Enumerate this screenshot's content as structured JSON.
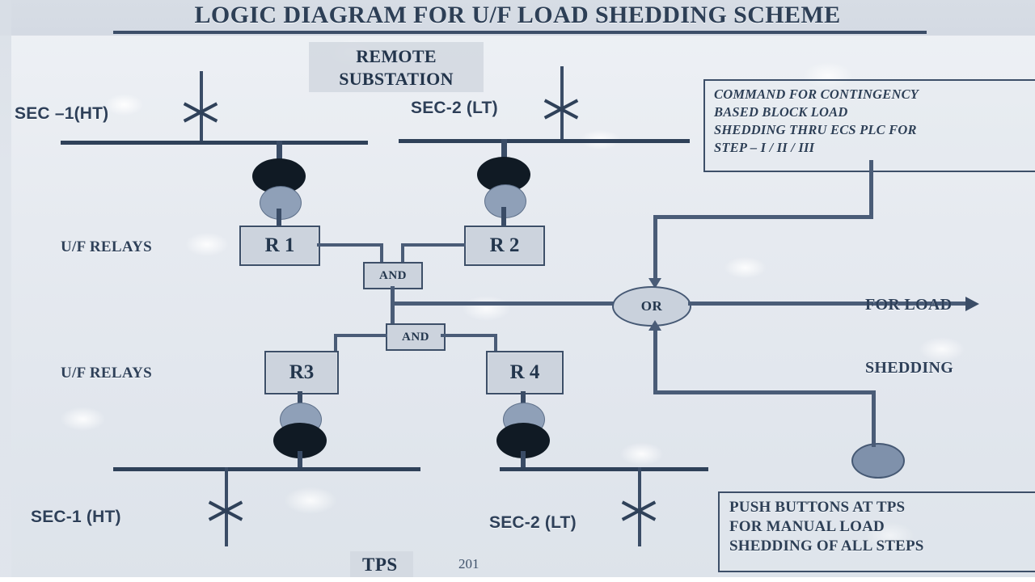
{
  "title": "LOGIC DIAGRAM FOR U/F LOAD SHEDDING SCHEME",
  "labels": {
    "remote_substation_line1": "REMOTE",
    "remote_substation_line2": "SUBSTATION",
    "sec1_ht_top": "SEC –1(HT)",
    "sec2_lt_top": "SEC-2 (LT)",
    "sec1_ht_bottom": "SEC-1 (HT)",
    "sec2_lt_bottom": "SEC-2 (LT)",
    "uf_relays_top": "U/F RELAYS",
    "uf_relays_bottom": "U/F RELAYS",
    "for_load_line1": "FOR LOAD",
    "for_load_line2": "SHEDDING",
    "tps": "TPS",
    "page_number": "201"
  },
  "relays": [
    {
      "id": "r1",
      "label": "R 1"
    },
    {
      "id": "r2",
      "label": "R 2"
    },
    {
      "id": "r3",
      "label": "R3"
    },
    {
      "id": "r4",
      "label": "R 4"
    }
  ],
  "gates": {
    "and_top": "AND",
    "and_bottom": "AND",
    "or": "OR"
  },
  "notes": {
    "command": [
      "COMMAND FOR CONTINGENCY",
      "BASED BLOCK LOAD",
      "SHEDDING THRU ECS PLC FOR",
      "STEP – I / II / III"
    ],
    "pushbuttons": [
      "PUSH BUTTONS AT TPS",
      "FOR MANUAL LOAD",
      "SHEDDING OF ALL STEPS"
    ]
  },
  "colors": {
    "line": "#3a4c66",
    "busbar": "#2f4159",
    "box_fill": "#ccd3dd",
    "box_border": "#3d4f68",
    "text": "#2d3f56",
    "ct_dark": "#101a24",
    "ct_light": "#8fa0b8",
    "background": "#e9edf2"
  }
}
